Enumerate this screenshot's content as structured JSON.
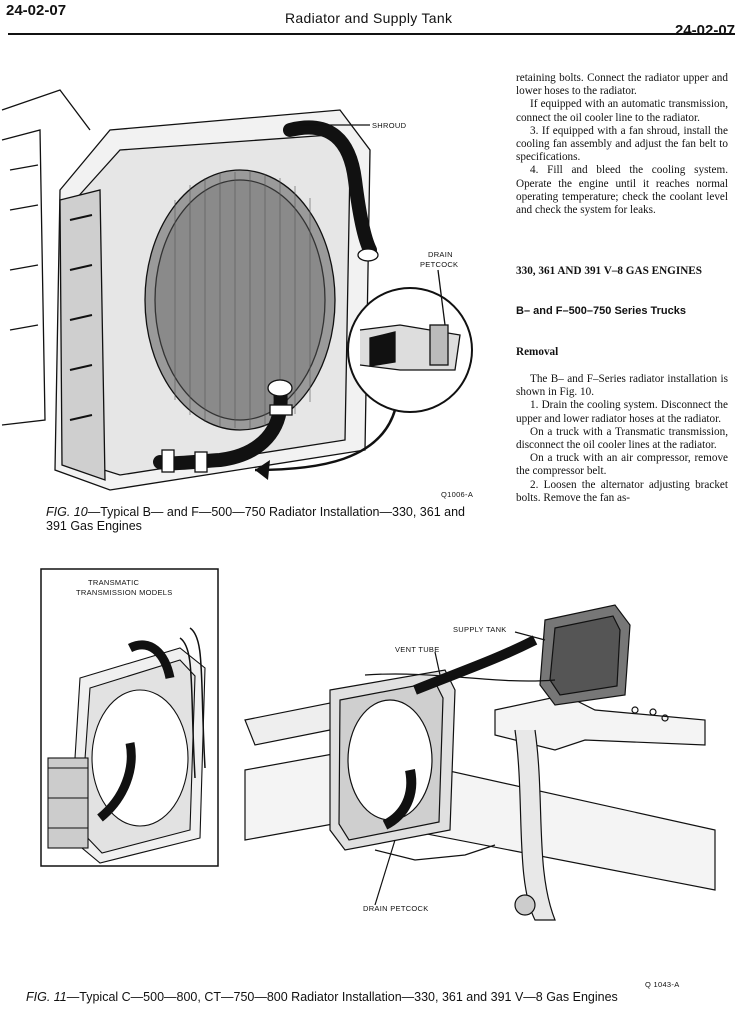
{
  "header": {
    "page_left": "24-02-07",
    "title": "Radiator and Supply Tank",
    "page_right": "24-02-07"
  },
  "text_top": [
    "retaining bolts. Connect the radiator upper and lower hoses to the radiator.",
    "If equipped with an automatic transmission, connect the oil cooler line to the radiator.",
    "3. If equipped with a fan shroud, install the cooling fan assembly and adjust the fan belt to specifications.",
    "4. Fill and bleed the cooling system. Operate the engine until it reaches normal operating temperature; check the coolant level and check the system for leaks."
  ],
  "section_heading": "330, 361 AND 391 V–8 GAS ENGINES",
  "subsection_heading": "B– and F–500–750 Series Trucks",
  "removal_heading": "Removal",
  "text_removal": [
    "The B– and F–Series radiator installation is shown in Fig. 10.",
    "1. Drain the cooling system. Disconnect the upper and lower radiator hoses at the radiator.",
    "On a truck with a Transmatic transmission, disconnect the oil cooler lines at the radiator.",
    "On a truck with an air compressor, remove the compressor belt.",
    "2. Loosen the alternator adjusting bracket bolts. Remove the fan as-"
  ],
  "fig10": {
    "label_shroud": "SHROUD",
    "label_drain_1": "DRAIN",
    "label_drain_2": "PETCOCK",
    "code": "Q1006-A",
    "caption_fig": "FIG. 10",
    "caption_text": "—Typical B— and F—500—750 Radiator Installation—330, 361 and 391 Gas Engines"
  },
  "fig11": {
    "inset_title_1": "TRANSMATIC",
    "inset_title_2": "TRANSMISSION MODELS",
    "label_supply_tank": "SUPPLY TANK",
    "label_vent_tube": "VENT TUBE",
    "label_drain_petcock": "DRAIN PETCOCK",
    "code": "Q 1043-A",
    "caption_fig": "FIG. 11",
    "caption_text": "—Typical C—500—800, CT—750—800 Radiator Installation—330, 361 and 391 V—8 Gas Engines"
  }
}
